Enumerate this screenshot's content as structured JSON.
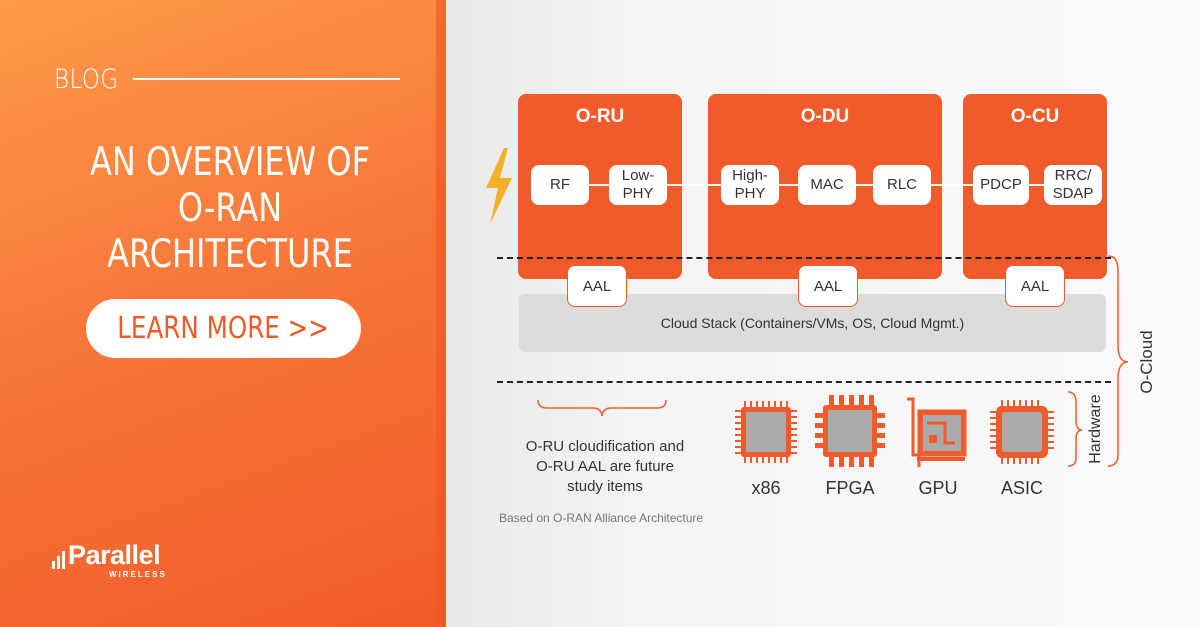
{
  "left": {
    "eyebrow": "BLOG",
    "title_line1": "AN OVERVIEW OF",
    "title_line2": "O-RAN ARCHITECTURE",
    "cta_label": "LEARN MORE >>",
    "brand_name": "Parallel",
    "brand_sub": "WIRELESS"
  },
  "diagram": {
    "oru": {
      "title": "O-RU",
      "rf": "RF",
      "lowphy_1": "Low-",
      "lowphy_2": "PHY"
    },
    "odu": {
      "title": "O-DU",
      "highphy_1": "High-",
      "highphy_2": "PHY",
      "mac": "MAC",
      "rlc": "RLC"
    },
    "ocu": {
      "title": "O-CU",
      "pdcp": "PDCP",
      "rrc_1": "RRC/",
      "rrc_2": "SDAP"
    },
    "aal": [
      "AAL",
      "AAL",
      "AAL"
    ],
    "cloud_stack": "Cloud Stack (Containers/VMs, OS, Cloud Mgmt.)",
    "note_lines": [
      "O-RU cloudification and",
      "O-RU AAL are future",
      "study items"
    ],
    "hardware_items": [
      "x86",
      "FPGA",
      "GPU",
      "ASIC"
    ],
    "hardware_label": "Hardware",
    "ocloud_label": "O-Cloud",
    "source_note": "Based on O-RAN Alliance Architecture"
  },
  "colors": {
    "accent": "#f15a2a",
    "panel_light": "#ff9a4a",
    "lightning": "#f5b02a"
  }
}
